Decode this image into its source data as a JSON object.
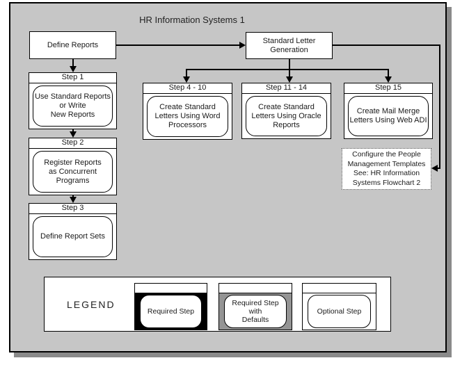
{
  "title": "HR Information Systems 1",
  "nodes": {
    "define_reports": {
      "label": "Define Reports"
    },
    "standard_letter_generation": {
      "label": [
        "Standard Letter",
        "Generation"
      ]
    }
  },
  "steps": [
    {
      "header": "Step 1",
      "body": [
        "Use Standard Reports",
        "or Write",
        "New Reports"
      ]
    },
    {
      "header": "Step 2",
      "body": [
        "Register Reports",
        "as Concurrent",
        "Programs"
      ]
    },
    {
      "header": "Step 3",
      "body": [
        "Define Report Sets"
      ]
    },
    {
      "header": "Step 4 - 10",
      "body": [
        "Create Standard",
        "Letters Using Word",
        "Processors"
      ]
    },
    {
      "header": "Step 11 - 14",
      "body": [
        "Create Standard",
        "Letters Using Oracle",
        "Reports"
      ]
    },
    {
      "header": "Step 15",
      "body": [
        "Create Mail Merge",
        "Letters Using Web ADI"
      ]
    }
  ],
  "note": {
    "text": [
      "Configure the People",
      "Management Templates",
      "See: HR Information",
      "Systems Flowchart 2"
    ]
  },
  "legend": {
    "label": "LEGEND",
    "items": [
      {
        "label": [
          "Required Step"
        ],
        "style": "required"
      },
      {
        "label": [
          "Required Step with",
          "Defaults"
        ],
        "style": "required-defaults"
      },
      {
        "label": [
          "Optional Step"
        ],
        "style": "optional"
      }
    ]
  },
  "colors": {
    "canvas_bg": "#c6c6c6",
    "shadow": "#8a8a8a",
    "box_bg": "#ffffff",
    "border": "#000000",
    "required_fill": "#000000",
    "required_defaults_fill": "#949494"
  }
}
